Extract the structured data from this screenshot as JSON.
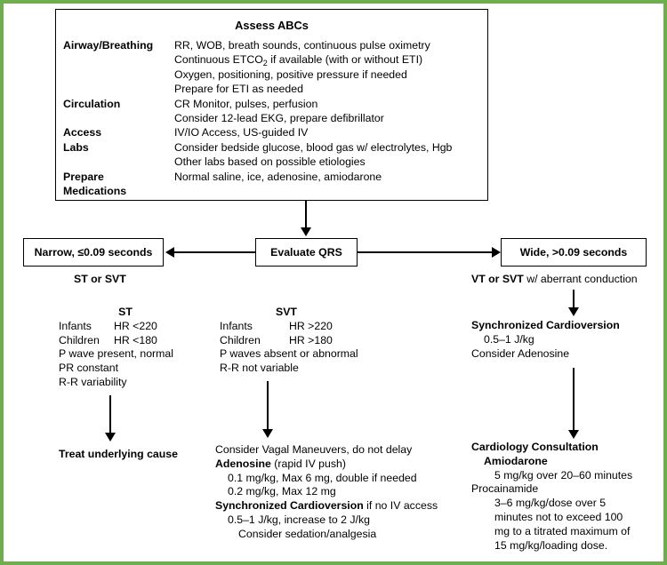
{
  "theme": {
    "frame_color": "#6fae4e",
    "line_color": "#000000",
    "background": "#ffffff"
  },
  "assessment": {
    "title": "Assess ABCs",
    "rows": [
      {
        "label": "Airway/Breathing",
        "values": [
          "RR, WOB, breath sounds, continuous pulse oximetry",
          "Continuous ETCO|2| if available (with or without ETI)",
          "Oxygen, positioning, positive pressure if needed",
          "Prepare for ETI as needed"
        ]
      },
      {
        "label": "Circulation",
        "values": [
          "CR Monitor, pulses, perfusion",
          "Consider 12-lead EKG, prepare defibrillator"
        ]
      },
      {
        "label": "Access",
        "values": [
          "IV/IO Access, US-guided IV"
        ]
      },
      {
        "label": "Labs",
        "values": [
          "Consider bedside glucose, blood gas w/ electrolytes, Hgb",
          "Other labs based on possible etiologies"
        ]
      },
      {
        "label": "Prepare",
        "label2": "Medications",
        "values": [
          "Normal saline, ice, adenosine, amiodarone"
        ]
      }
    ]
  },
  "decision": {
    "center": "Evaluate QRS",
    "left": "Narrow, ≤0.09 seconds",
    "right": "Wide, >0.09 seconds"
  },
  "branch_labels": {
    "left": "ST or SVT",
    "right_bold": "VT or SVT",
    "right_rest": "w/ aberrant  conduction"
  },
  "st_column": {
    "title": "ST",
    "rows": [
      {
        "a": "Infants",
        "b": "HR <220"
      },
      {
        "a": "Children",
        "b": "HR <180"
      }
    ],
    "lines": [
      "P wave present, normal",
      "PR constant",
      "R-R variability"
    ],
    "outcome": "Treat underlying cause"
  },
  "svt_column": {
    "title": "SVT",
    "rows": [
      {
        "a": "Infants",
        "b": "HR >220"
      },
      {
        "a": "Children",
        "b": "HR >180"
      }
    ],
    "lines": [
      "P waves absent or abnormal",
      "R-R not variable"
    ],
    "treatment": [
      {
        "text": "Consider Vagal Maneuvers, do not delay",
        "style": "plain",
        "indent": 0
      },
      {
        "bold": "Adenosine",
        "rest": " (rapid IV push)",
        "style": "mixed",
        "indent": 0
      },
      {
        "text": "0.1 mg/kg, Max 6 mg, double if needed",
        "style": "plain",
        "indent": 1
      },
      {
        "text": "0.2 mg/kg, Max 12 mg",
        "style": "plain",
        "indent": 1
      },
      {
        "bold": "Synchronized Cardioversion",
        "rest": " if no IV access",
        "style": "mixed",
        "indent": 0
      },
      {
        "text": "0.5–1 J/kg, increase to 2 J/kg",
        "style": "plain",
        "indent": 1
      },
      {
        "text": "Consider sedation/analgesia",
        "style": "plain",
        "indent": 2
      }
    ]
  },
  "wide_column": {
    "upper": [
      {
        "text": "Synchronized Cardioversion",
        "style": "bold",
        "indent": 0
      },
      {
        "text": "0.5–1 J/kg",
        "style": "plain",
        "indent": 1
      },
      {
        "text": "Consider Adenosine",
        "style": "plain",
        "indent": 0
      }
    ],
    "lower": [
      {
        "text": "Cardiology Consultation",
        "style": "bold",
        "indent": 0
      },
      {
        "text": "Amiodarone",
        "style": "bold",
        "indent": 1
      },
      {
        "text": "5 mg/kg over 20–60 minutes",
        "style": "plain",
        "indent": 2
      },
      {
        "text": "Procainamide",
        "style": "plain",
        "indent": 0
      },
      {
        "text": "3–6 mg/kg/dose over 5",
        "style": "plain",
        "indent": 2
      },
      {
        "text": "minutes not to exceed 100",
        "style": "plain",
        "indent": 2
      },
      {
        "text": "mg to a titrated maximum of",
        "style": "plain",
        "indent": 2
      },
      {
        "text": "15 mg/kg/loading dose.",
        "style": "plain",
        "indent": 2
      }
    ]
  }
}
